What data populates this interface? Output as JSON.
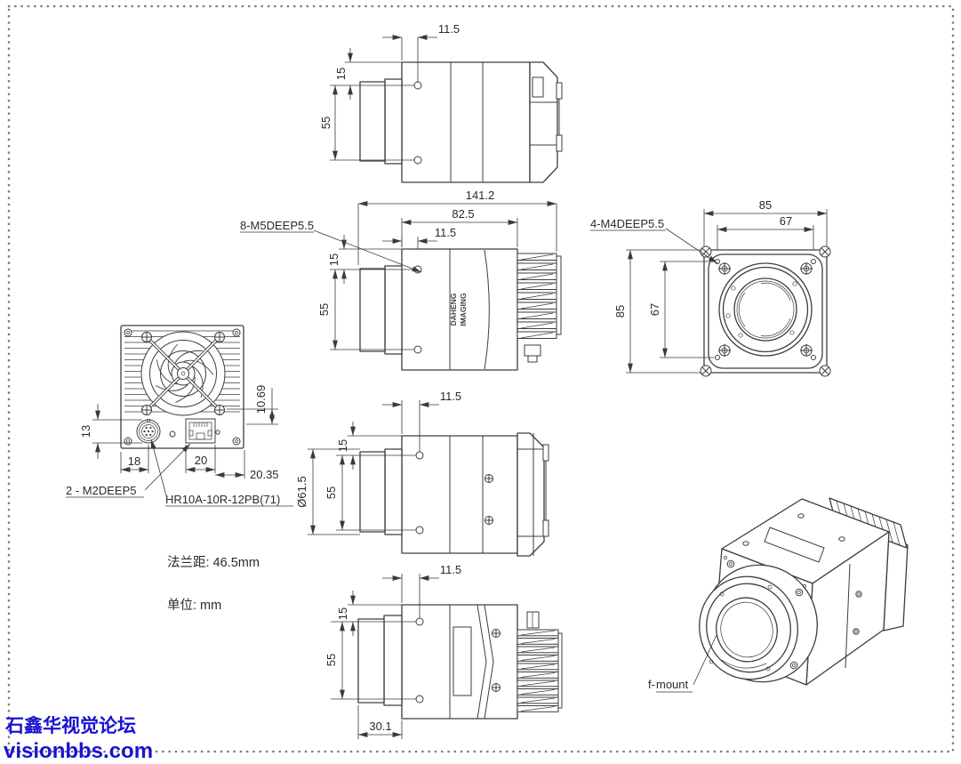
{
  "page": {
    "background": "#ffffff",
    "line_color": "#3d3d3d",
    "border_color": "#7d7d7d"
  },
  "watermark": {
    "line1": "石鑫华视觉论坛",
    "line2": "visionbbs.com",
    "color": "#1a12d0"
  },
  "notes": {
    "flange_label": "法兰距: 46.5mm",
    "unit_label": "单位: mm"
  },
  "logo": {
    "line1": "DAHENG",
    "line2": "IMAGING"
  },
  "views": {
    "top_side": {
      "dim_offset": "11.5",
      "dim_flange": "15",
      "dim_lens": "55"
    },
    "left_side": {
      "dim_length": "141.2",
      "dim_body": "82.5",
      "dim_offset": "11.5",
      "dim_flange": "15",
      "dim_lens": "55",
      "thread_label": "8-M5DEEP5.5"
    },
    "front": {
      "dim_width": "85",
      "dim_mount_width": "67",
      "dim_height": "85",
      "dim_mount_height": "67",
      "thread_label": "4-M4DEEP5.5"
    },
    "rear": {
      "dim_connector_offset": "13",
      "dim_connector_x": "18",
      "dim_rj45_width": "20",
      "dim_edge": "20.35",
      "dim_rj45_offset": "10.69",
      "thread_label": "2 - M2DEEP5",
      "connector_label": "HR10A-10R-12PB(71)"
    },
    "right_side": {
      "dim_offset": "11.5",
      "dim_flange": "15",
      "dim_lens": "55",
      "dim_lens_diameter": "Ø61.5"
    },
    "bottom_side": {
      "dim_offset": "11.5",
      "dim_flange": "15",
      "dim_lens": "55",
      "dim_front_width": "30.1"
    },
    "isometric": {
      "mount_label_prefix": "f-",
      "mount_label": "mount"
    }
  }
}
